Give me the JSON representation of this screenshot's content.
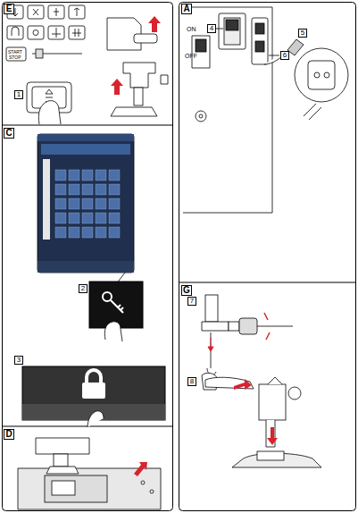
{
  "diagram": {
    "nodes": [
      {
        "text": [
          "E"
        ]
      },
      {
        "text": [
          "1"
        ]
      },
      {
        "text": [
          "C"
        ]
      },
      {
        "text": [
          "2"
        ]
      },
      {
        "text": [
          "3"
        ]
      },
      {
        "text": [
          "D"
        ]
      },
      {
        "text": [
          "A"
        ]
      },
      {
        "text": [
          "4"
        ]
      },
      {
        "text": [
          "6"
        ]
      },
      {
        "text": [
          "5"
        ]
      },
      {
        "text": [
          "G"
        ]
      },
      {
        "text": [
          "7"
        ]
      },
      {
        "text": [
          "8"
        ]
      }
    ],
    "labels": [
      "START",
      "STOP",
      "ON",
      "OFF"
    ]
  }
}
